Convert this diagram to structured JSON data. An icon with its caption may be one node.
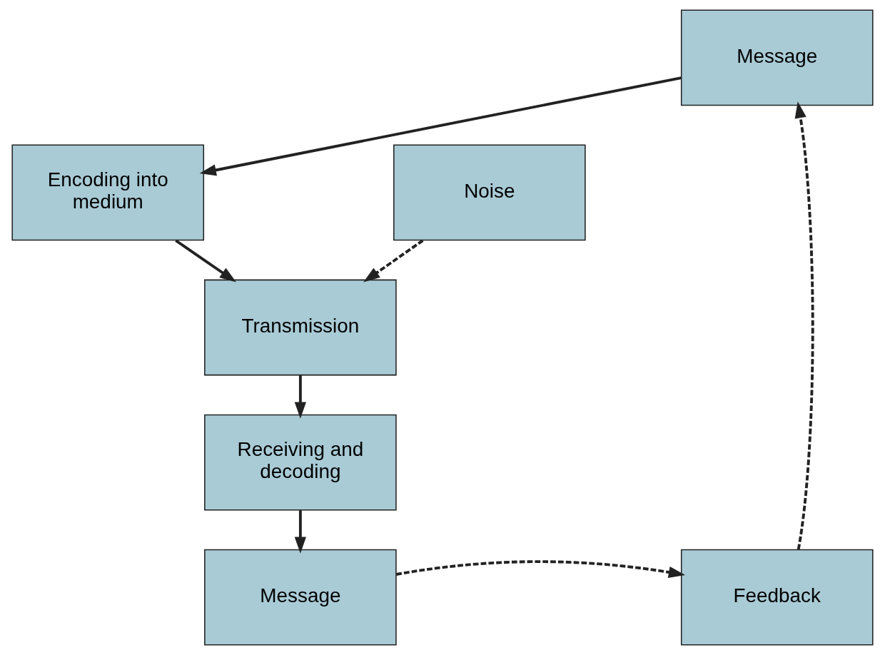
{
  "diagram": {
    "nodes": [
      {
        "text": [
          "Message"
        ]
      },
      {
        "text": [
          "Encoding into medium"
        ]
      },
      {
        "text": [
          "Noise"
        ]
      },
      {
        "text": [
          "Transmission"
        ]
      },
      {
        "text": [
          "Receiving and decoding"
        ]
      },
      {
        "text": [
          "Feedback"
        ]
      },
      {
        "text": [
          "Message"
        ]
      }
    ],
    "edges": [
      {
        "from": 0,
        "to": 1,
        "arrow": "to"
      },
      {
        "from": 1,
        "to": 3,
        "arrow": "to"
      },
      {
        "from": 2,
        "to": 3,
        "arrow": "to",
        "style": "dashed"
      },
      {
        "from": 3,
        "to": 4,
        "arrow": "to"
      },
      {
        "from": 4,
        "to": 6,
        "arrow": "to"
      },
      {
        "from": 6,
        "to": 5,
        "arrow": "to",
        "style": "dashed"
      },
      {
        "from": 5,
        "to": 0,
        "arrow": "to",
        "style": "dashed"
      }
    ]
  }
}
